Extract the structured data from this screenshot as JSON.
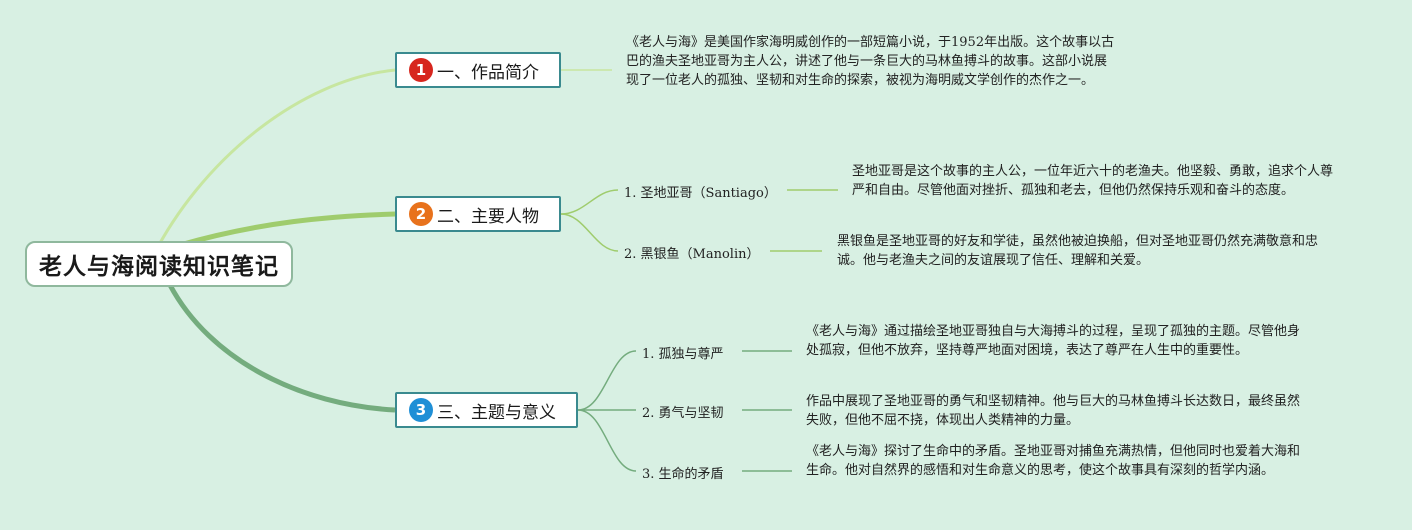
{
  "root": {
    "title": "老人与海阅读知识笔记"
  },
  "colors": {
    "background": "#d8f0e3",
    "branch1": "#c7e6a0",
    "branch2": "#9fcc6d",
    "branch3": "#74ac7e",
    "topic_border": "#3a8a8f",
    "badge1": "#d7261e",
    "badge2": "#e8721c",
    "badge3": "#1f8fd6"
  },
  "topics": [
    {
      "badge": "1",
      "label": "一、作品简介",
      "note": "《老人与海》是美国作家海明威创作的一部短篇小说，于1952年出版。这个故事以古巴的渔夫圣地亚哥为主人公，讲述了他与一条巨大的马林鱼搏斗的故事。这部小说展现了一位老人的孤独、坚韧和对生命的探索，被视为海明威文学创作的杰作之一。"
    },
    {
      "badge": "2",
      "label": "二、主要人物",
      "children": [
        {
          "label": "1. 圣地亚哥（Santiago）",
          "note": "圣地亚哥是这个故事的主人公，一位年近六十的老渔夫。他坚毅、勇敢，追求个人尊严和自由。尽管他面对挫折、孤独和老去，但他仍然保持乐观和奋斗的态度。"
        },
        {
          "label": "2. 黑银鱼（Manolin）",
          "note": "黑银鱼是圣地亚哥的好友和学徒，虽然他被迫换船，但对圣地亚哥仍然充满敬意和忠诚。他与老渔夫之间的友谊展现了信任、理解和关爱。"
        }
      ]
    },
    {
      "badge": "3",
      "label": "三、主题与意义",
      "children": [
        {
          "label": "1. 孤独与尊严",
          "note": "《老人与海》通过描绘圣地亚哥独自与大海搏斗的过程，呈现了孤独的主题。尽管他身处孤寂，但他不放弃，坚持尊严地面对困境，表达了尊严在人生中的重要性。"
        },
        {
          "label": "2. 勇气与坚韧",
          "note": "作品中展现了圣地亚哥的勇气和坚韧精神。他与巨大的马林鱼搏斗长达数日，最终虽然失败，但他不屈不挠，体现出人类精神的力量。"
        },
        {
          "label": "3. 生命的矛盾",
          "note": "《老人与海》探讨了生命中的矛盾。圣地亚哥对捕鱼充满热情，但他同时也爱着大海和生命。他对自然界的感悟和对生命意义的思考，使这个故事具有深刻的哲学内涵。"
        }
      ]
    }
  ]
}
